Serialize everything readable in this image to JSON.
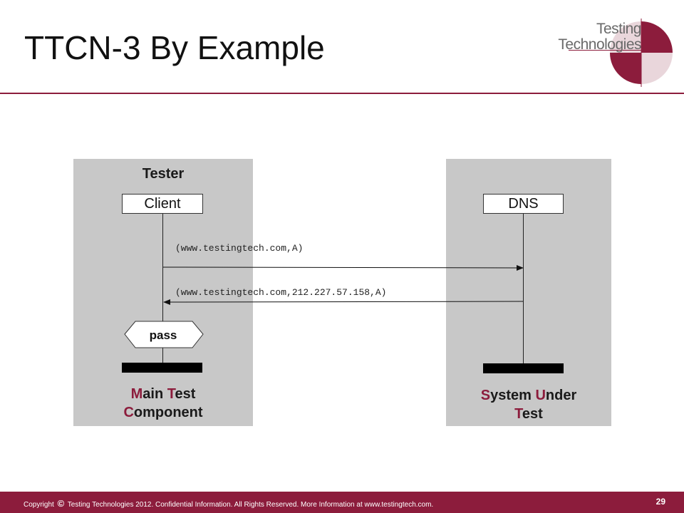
{
  "slide": {
    "title": "TTCN-3 By Example"
  },
  "logo": {
    "line1": "Testing",
    "line2": "Technologies",
    "colors": {
      "maroon": "#8c1c3c",
      "gray": "#6a6a6a"
    }
  },
  "tester": {
    "label": "Tester",
    "client_box": "Client",
    "verdict": "pass",
    "caption": {
      "line1_accent": "M",
      "line1_rest": "ain ",
      "line1_accent2": "T",
      "line1_rest2": "est",
      "line2_accent": "C",
      "line2_rest": "omponent"
    }
  },
  "sut": {
    "dns_box": "DNS",
    "caption": {
      "line1_accent": "S",
      "line1_rest": "ystem ",
      "line1_accent2": "U",
      "line1_rest2": "nder",
      "line2_accent": "T",
      "line2_rest": "est"
    }
  },
  "messages": [
    {
      "label": "(www.testingtech.com,A)",
      "direction": "client-to-dns"
    },
    {
      "label": "(www.testingtech.com,212.227.57.158,A)",
      "direction": "dns-to-client"
    }
  ],
  "footer": {
    "prefix": "Copyright",
    "copyright_symbol": "©",
    "text": " Testing Technologies 2012. Confidential Information. All Rights Reserved. More Information at www.testingtech.com.",
    "page_number": "29"
  },
  "colors": {
    "accent": "#8c1c3c",
    "panel": "#c8c8c8"
  }
}
